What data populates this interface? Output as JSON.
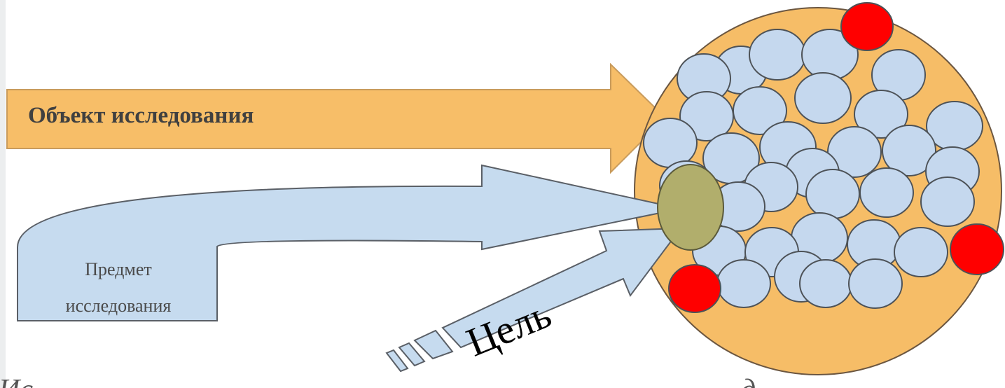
{
  "diagram": {
    "object_label": "Объект исследования",
    "subject_label_line1": "Предмет",
    "subject_label_line2": "исследования",
    "goal_label": "Цель",
    "bottom_text_fragment_left": "Ис",
    "bottom_text_fragment_right": "д"
  },
  "colors": {
    "object_arrow": "#f7be68",
    "object_outline": "#c89b5c",
    "subject_arrow": "#c6dbef",
    "goal_arrow": "#c6dbef",
    "arrow_outline": "#5a5f66",
    "cluster_fill": "#f6bd67",
    "element_fill": "#c5d8ee",
    "special_element_fill": "#ff0000",
    "subject_element_fill": "#b1ae6c"
  }
}
